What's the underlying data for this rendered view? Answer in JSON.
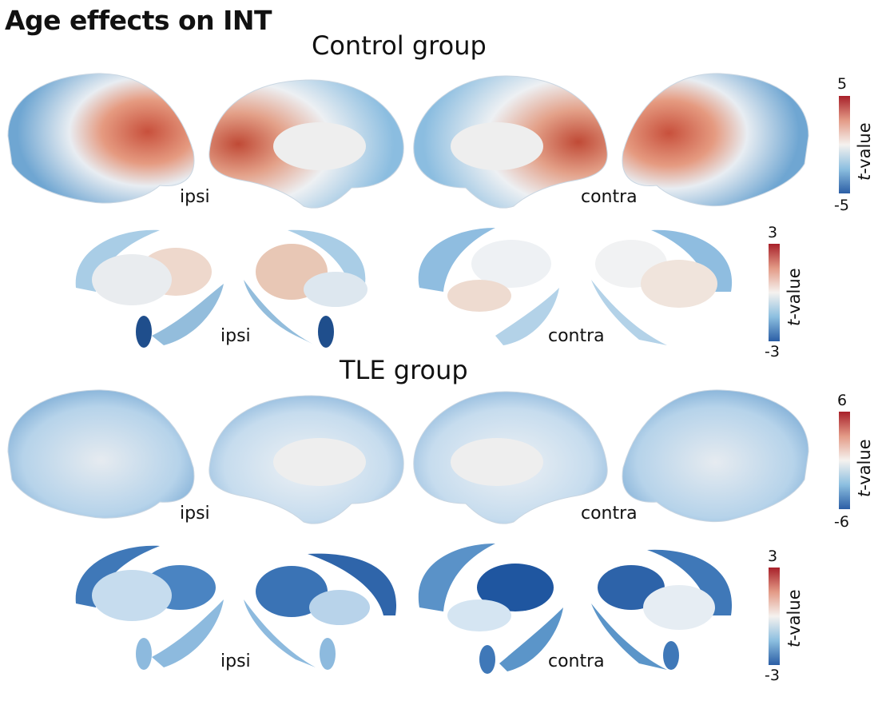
{
  "title": "Age effects on INT",
  "groups": [
    {
      "name": "Control group",
      "cortex": {
        "ipsi_label": "ipsi",
        "contra_label": "contra",
        "colorbar": {
          "max": "5",
          "min": "-5",
          "label_italic": "t",
          "label_rest": "-value"
        }
      },
      "subcortex": {
        "ipsi_label": "ipsi",
        "contra_label": "contra",
        "colorbar": {
          "max": "3",
          "min": "-3",
          "label_italic": "t",
          "label_rest": "-value"
        }
      }
    },
    {
      "name": "TLE group",
      "cortex": {
        "ipsi_label": "ipsi",
        "contra_label": "contra",
        "colorbar": {
          "max": "6",
          "min": "-6",
          "label_italic": "t",
          "label_rest": "-value"
        }
      },
      "subcortex": {
        "ipsi_label": "ipsi",
        "contra_label": "contra",
        "colorbar": {
          "max": "3",
          "min": "-3",
          "label_italic": "t",
          "label_rest": "-value"
        }
      }
    }
  ],
  "colormap": {
    "high": "#a8202a",
    "mid": "#f5f2ef",
    "low": "#2b5ea5"
  }
}
